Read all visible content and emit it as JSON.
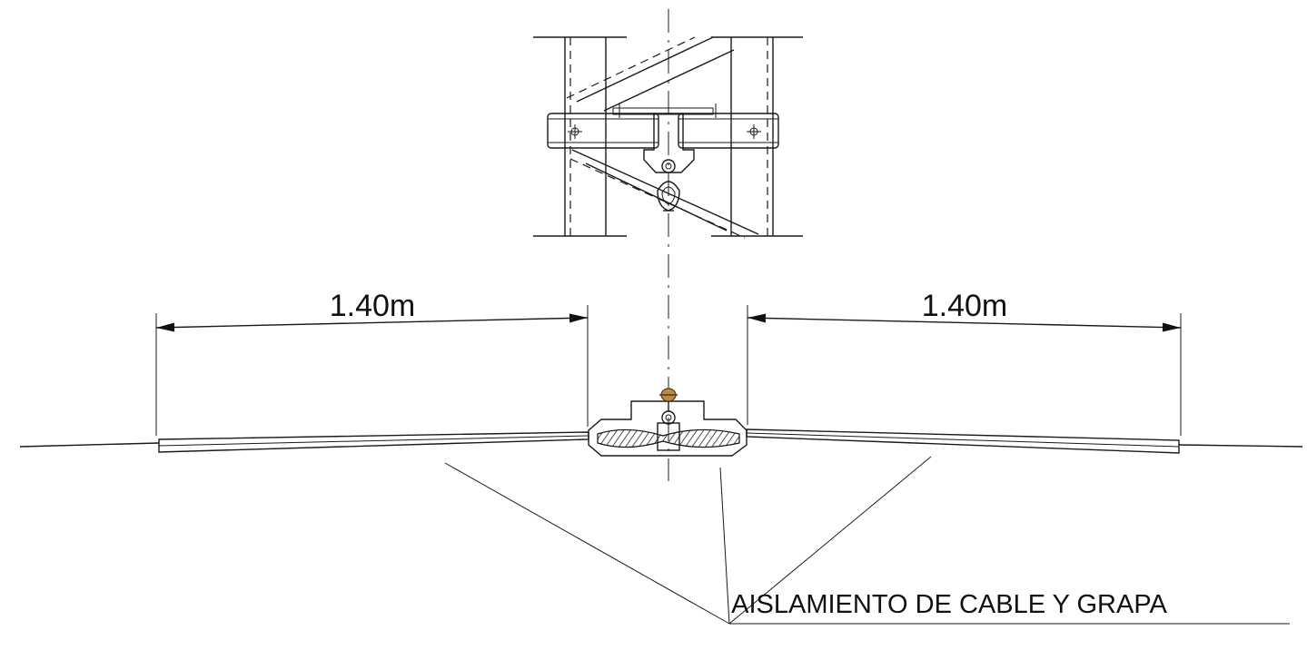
{
  "dimensions": {
    "left_label": "1.40m",
    "right_label": "1.40m"
  },
  "callout": {
    "label": "AISLAMIENTO  DE CABLE Y GRAPA"
  }
}
